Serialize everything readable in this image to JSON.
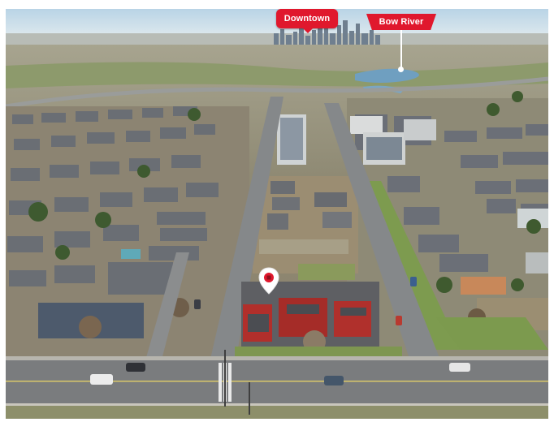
{
  "photo": {
    "kind": "aerial-photograph",
    "scene": "aerial view of residential neighbourhood with downtown skyline"
  },
  "callouts": {
    "downtown": {
      "label": "Downtown"
    },
    "river": {
      "label": "Bow River"
    }
  },
  "colors": {
    "accent": "#e0182d",
    "sky": "#cfe0ea",
    "road": "#7c7f82",
    "grass": "#7f9456",
    "roof": "#5d5e62"
  },
  "icons": {
    "property_marker": "map-pin-icon"
  }
}
